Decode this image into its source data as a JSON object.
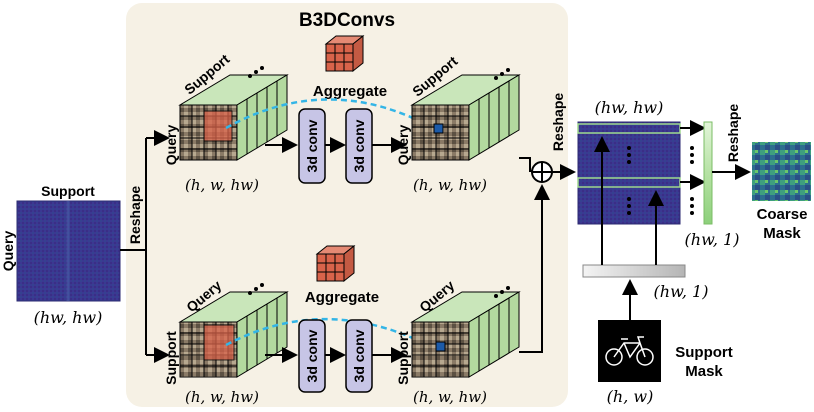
{
  "title": "B3DConvs",
  "input": {
    "support_label": "Support",
    "query_label": "Query",
    "dims": "(hw, hw)",
    "reshape_label": "Reshape"
  },
  "top_branch": {
    "first_label": "Query",
    "second_label": "Support",
    "aggregate_label": "Aggregate",
    "conv1": "3d conv",
    "conv2": "3d conv",
    "dims_in": "(h, w, hw)",
    "dims_out": "(h, w, hw)",
    "out_first_label": "Query",
    "out_second_label": "Support"
  },
  "bottom_branch": {
    "first_label": "Support",
    "second_label": "Query",
    "aggregate_label": "Aggregate",
    "conv1": "3d conv",
    "conv2": "3d conv",
    "dims_in": "(h, w, hw)",
    "dims_out": "(h, w, hw)",
    "out_first_label": "Support",
    "out_second_label": "Query"
  },
  "fusion": {
    "symbol": "⊕",
    "reshape_label": "Reshape",
    "matrix_dims": "(hw, hw)",
    "vector_dims": "(hw, 1)",
    "mask_vector_dims": "(hw, 1)",
    "reshape2_label": "Reshape"
  },
  "output": {
    "line1": "Coarse",
    "line2": "Mask"
  },
  "support_mask": {
    "line1": "Support",
    "line2": "Mask",
    "dims": "(h, w)"
  },
  "colors": {
    "panel_bg": "#f6f1e5",
    "cube_green": "#b9dcaa",
    "cube_red": "#d9634a",
    "conv_box": "#c7c5e6",
    "matrix": "#3d3a93",
    "arrow_dashed": "#33b5e6"
  }
}
